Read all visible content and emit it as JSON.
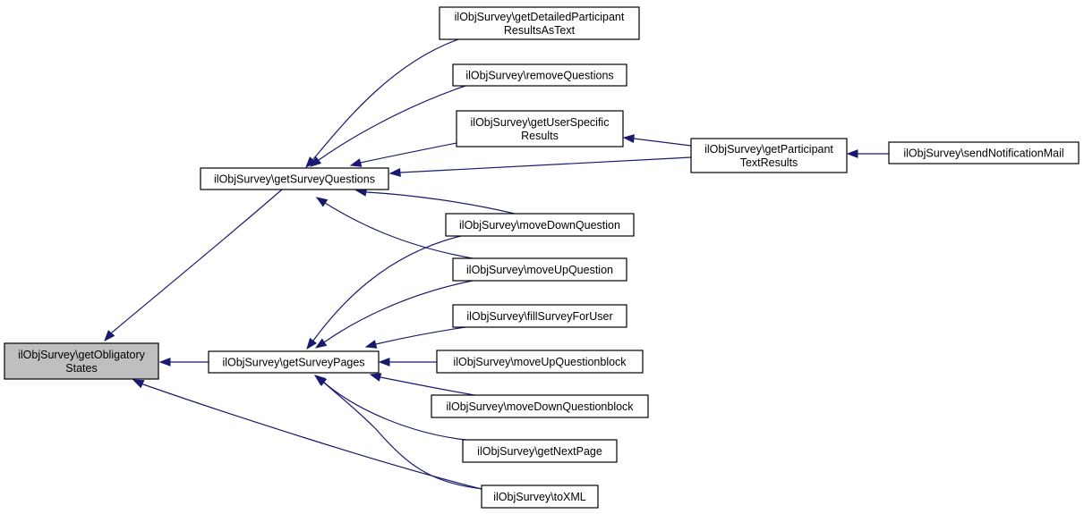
{
  "nodes": {
    "get_obligatory_states": {
      "lines": [
        "ilObjSurvey\\getObligatory",
        "States"
      ],
      "current": true
    },
    "get_survey_questions": {
      "lines": [
        "ilObjSurvey\\getSurveyQuestions"
      ]
    },
    "get_survey_pages": {
      "lines": [
        "ilObjSurvey\\getSurveyPages"
      ]
    },
    "get_detailed_participant_results_as_text": {
      "lines": [
        "ilObjSurvey\\getDetailedParticipant",
        "ResultsAsText"
      ]
    },
    "remove_questions": {
      "lines": [
        "ilObjSurvey\\removeQuestions"
      ]
    },
    "get_user_specific_results": {
      "lines": [
        "ilObjSurvey\\getUserSpecific",
        "Results"
      ]
    },
    "get_participant_text_results": {
      "lines": [
        "ilObjSurvey\\getParticipant",
        "TextResults"
      ]
    },
    "send_notification_mail": {
      "lines": [
        "ilObjSurvey\\sendNotificationMail"
      ]
    },
    "move_down_question": {
      "lines": [
        "ilObjSurvey\\moveDownQuestion"
      ]
    },
    "move_up_question": {
      "lines": [
        "ilObjSurvey\\moveUpQuestion"
      ]
    },
    "fill_survey_for_user": {
      "lines": [
        "ilObjSurvey\\fillSurveyForUser"
      ]
    },
    "move_up_questionblock": {
      "lines": [
        "ilObjSurvey\\moveUpQuestionblock"
      ]
    },
    "move_down_questionblock": {
      "lines": [
        "ilObjSurvey\\moveDownQuestionblock"
      ]
    },
    "get_next_page": {
      "lines": [
        "ilObjSurvey\\getNextPage"
      ]
    },
    "to_xml": {
      "lines": [
        "ilObjSurvey\\toXML"
      ]
    }
  },
  "edges": [
    {
      "from": "get_survey_questions",
      "to": "get_obligatory_states"
    },
    {
      "from": "get_survey_pages",
      "to": "get_obligatory_states"
    },
    {
      "from": "to_xml",
      "to": "get_obligatory_states"
    },
    {
      "from": "get_detailed_participant_results_as_text",
      "to": "get_survey_questions"
    },
    {
      "from": "remove_questions",
      "to": "get_survey_questions"
    },
    {
      "from": "get_user_specific_results",
      "to": "get_survey_questions"
    },
    {
      "from": "get_participant_text_results",
      "to": "get_survey_questions"
    },
    {
      "from": "move_down_question",
      "to": "get_survey_questions"
    },
    {
      "from": "move_up_question",
      "to": "get_survey_questions"
    },
    {
      "from": "get_participant_text_results",
      "to": "get_user_specific_results"
    },
    {
      "from": "send_notification_mail",
      "to": "get_participant_text_results"
    },
    {
      "from": "move_down_question",
      "to": "get_survey_pages"
    },
    {
      "from": "move_up_question",
      "to": "get_survey_pages"
    },
    {
      "from": "fill_survey_for_user",
      "to": "get_survey_pages"
    },
    {
      "from": "move_up_questionblock",
      "to": "get_survey_pages"
    },
    {
      "from": "move_down_questionblock",
      "to": "get_survey_pages"
    },
    {
      "from": "get_next_page",
      "to": "get_survey_pages"
    },
    {
      "from": "to_xml",
      "to": "get_survey_pages"
    }
  ],
  "colors": {
    "edge": "#191970",
    "current_node_fill": "#bfbfbf",
    "node_border": "#000000"
  }
}
